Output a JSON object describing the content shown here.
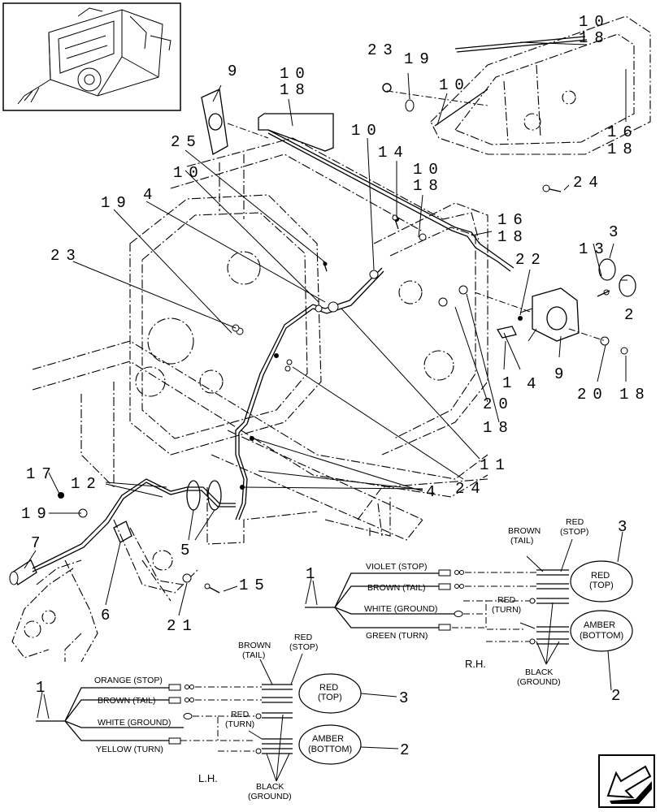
{
  "callouts": [
    {
      "id": "c-10-18-top",
      "lines": [
        "10",
        "18"
      ]
    },
    {
      "id": "c-23-top",
      "lines": [
        "23"
      ]
    },
    {
      "id": "c-19-top",
      "lines": [
        "19"
      ]
    },
    {
      "id": "c-10-mid",
      "lines": [
        "10"
      ]
    },
    {
      "id": "c-16-18-right",
      "lines": [
        "16",
        "18"
      ]
    },
    {
      "id": "c-9-top",
      "lines": [
        "9"
      ]
    },
    {
      "id": "c-10-18-tube",
      "lines": [
        "10",
        "18"
      ]
    },
    {
      "id": "c-25",
      "lines": [
        "25"
      ]
    },
    {
      "id": "c-10-b",
      "lines": [
        "10"
      ]
    },
    {
      "id": "c-14",
      "lines": [
        "14"
      ]
    },
    {
      "id": "c-10-18-c",
      "lines": [
        "10",
        "18"
      ]
    },
    {
      "id": "c-24-top",
      "lines": [
        "24"
      ]
    },
    {
      "id": "c-10-c",
      "lines": [
        "10"
      ]
    },
    {
      "id": "c-19-left",
      "lines": [
        "19"
      ]
    },
    {
      "id": "c-4-left",
      "lines": [
        "4"
      ]
    },
    {
      "id": "c-16-18-mid",
      "lines": [
        "16",
        "18"
      ]
    },
    {
      "id": "c-3-top",
      "lines": [
        "3"
      ]
    },
    {
      "id": "c-13",
      "lines": [
        "13"
      ]
    },
    {
      "id": "c-23-left",
      "lines": [
        "23"
      ]
    },
    {
      "id": "c-22",
      "lines": [
        "22"
      ]
    },
    {
      "id": "c-2-right",
      "lines": [
        "2"
      ]
    },
    {
      "id": "c-4-right",
      "lines": [
        "4"
      ]
    },
    {
      "id": "c-9-right",
      "lines": [
        "9"
      ]
    },
    {
      "id": "c-20-a",
      "lines": [
        "20"
      ]
    },
    {
      "id": "c-18-b",
      "lines": [
        "18"
      ]
    },
    {
      "id": "c-1-right",
      "lines": [
        "1"
      ]
    },
    {
      "id": "c-20-b",
      "lines": [
        "20"
      ]
    },
    {
      "id": "c-18-c",
      "lines": [
        "18"
      ]
    },
    {
      "id": "c-11",
      "lines": [
        "11"
      ]
    },
    {
      "id": "c-24-mid",
      "lines": [
        "24"
      ]
    },
    {
      "id": "c-4-bottom",
      "lines": [
        "4"
      ]
    },
    {
      "id": "c-17",
      "lines": [
        "17"
      ]
    },
    {
      "id": "c-12",
      "lines": [
        "12"
      ]
    },
    {
      "id": "c-19-bottom",
      "lines": [
        "19"
      ]
    },
    {
      "id": "c-7",
      "lines": [
        "7"
      ]
    },
    {
      "id": "c-5",
      "lines": [
        "5"
      ]
    },
    {
      "id": "c-6",
      "lines": [
        "6"
      ]
    },
    {
      "id": "c-15",
      "lines": [
        "15"
      ]
    },
    {
      "id": "c-21",
      "lines": [
        "21"
      ]
    }
  ],
  "rh_schematic": {
    "harness_ref": "1",
    "wires": [
      "VIOLET (STOP)",
      "BROWN (TAIL)",
      "WHITE (GROUND)",
      "GREEN (TURN)"
    ],
    "lamp_wires": {
      "brown_tail": [
        "BROWN",
        "(TAIL)"
      ],
      "red_stop": [
        "RED",
        "(STOP)"
      ],
      "red_turn": [
        "RED",
        "(TURN)"
      ],
      "black_ground": [
        "BLACK",
        "(GROUND)"
      ]
    },
    "lamp_top": {
      "lines": [
        "RED",
        "(TOP)"
      ],
      "ref": "3"
    },
    "lamp_bottom": {
      "lines": [
        "AMBER",
        "(BOTTOM)"
      ],
      "ref": "2"
    },
    "side_label": "R.H."
  },
  "lh_schematic": {
    "harness_ref": "1",
    "wires": [
      "ORANGE (STOP)",
      "BROWN (TAIL)",
      "WHITE (GROUND)",
      "YELLOW (TURN)"
    ],
    "lamp_wires": {
      "brown_tail": [
        "BROWN",
        "(TAIL)"
      ],
      "red_stop": [
        "RED",
        "(STOP)"
      ],
      "red_turn": [
        "RED",
        "(TURN)"
      ],
      "black_ground": [
        "BLACK",
        "(GROUND)"
      ]
    },
    "lamp_top": {
      "lines": [
        "RED",
        "(TOP)"
      ],
      "ref": "3"
    },
    "lamp_bottom": {
      "lines": [
        "AMBER",
        "(BOTTOM)"
      ],
      "ref": "2"
    },
    "side_label": "L.H."
  },
  "icons": {
    "thumbnail": "baler-thumbnail-icon",
    "nav": "next-page-arrow-icon"
  }
}
